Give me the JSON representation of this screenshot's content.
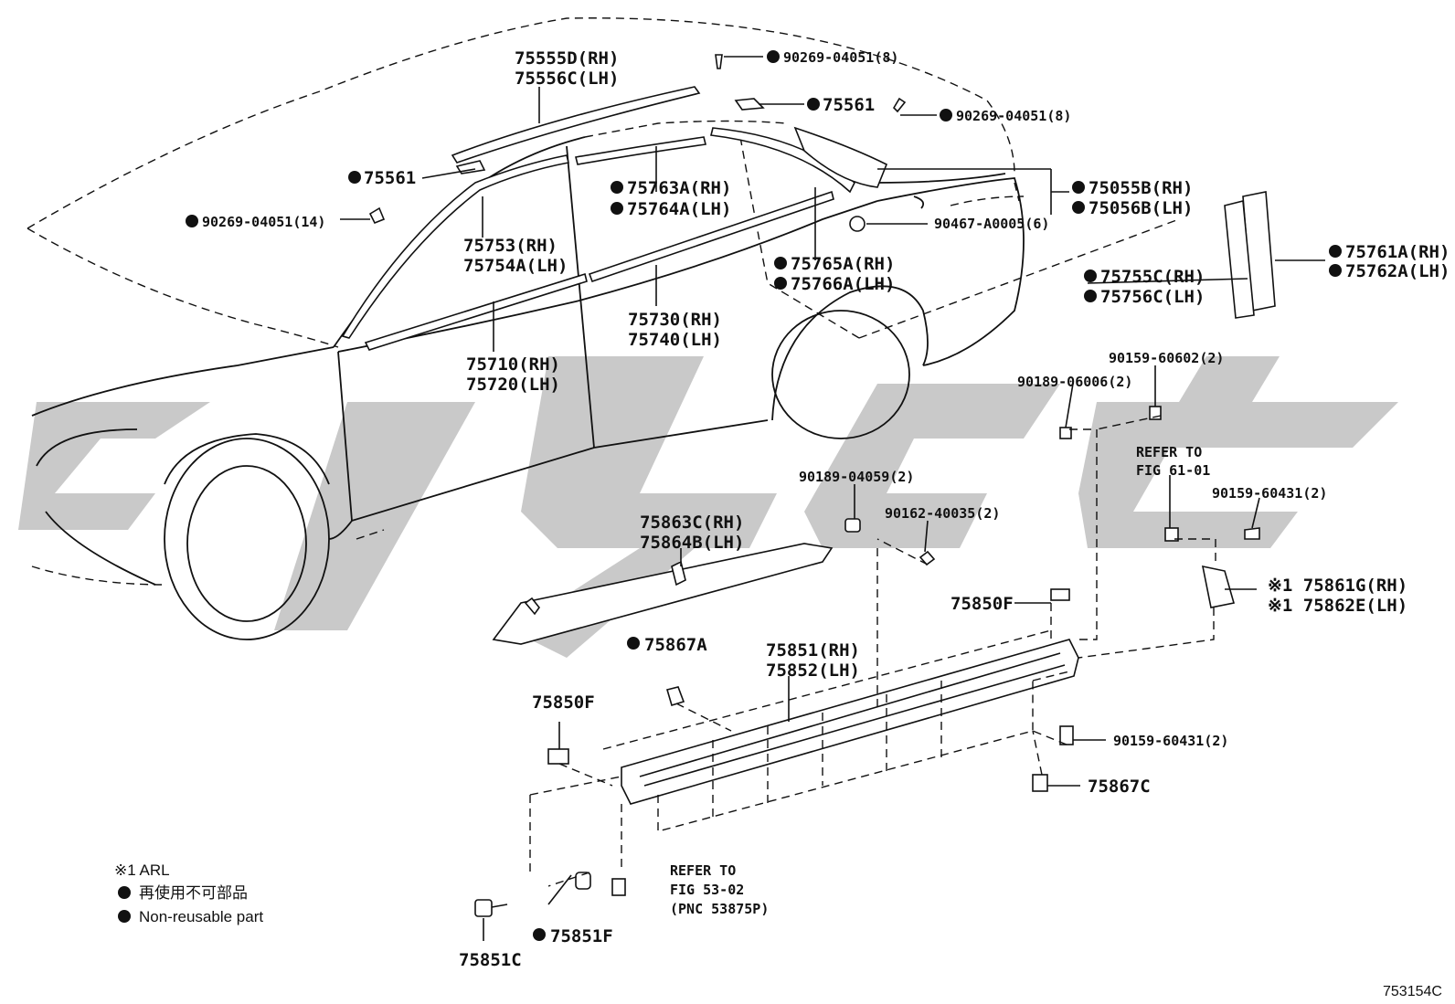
{
  "diagram": {
    "part_labels": {
      "p75555D": "75555D(RH)",
      "p75556C": "75556C(LH)",
      "p90269_8a": "90269-04051(8)",
      "p75561_top": "75561",
      "p90269_8b": "90269-04051(8)",
      "p75561_left": "75561",
      "p75055B": "75055B(RH)",
      "p75056B": "75056B(LH)",
      "p90269_14": "90269-04051(14)",
      "p75763A": "75763A(RH)",
      "p75764A": "75764A(LH)",
      "p90467": "90467-A0005(6)",
      "p75753": "75753(RH)",
      "p75754A": "75754A(LH)",
      "p75765A": "75765A(RH)",
      "p75766A": "75766A(LH)",
      "p75761A": "75761A(RH)",
      "p75762A": "75762A(LH)",
      "p75755C": "75755C(RH)",
      "p75756C": "75756C(LH)",
      "p75730": "75730(RH)",
      "p75740": "75740(LH)",
      "p75710": "75710(RH)",
      "p75720": "75720(LH)",
      "p90159_602": "90159-60602(2)",
      "p90189_006": "90189-06006(2)",
      "refer_61_a": "REFER TO",
      "refer_61_b": "FIG 61-01",
      "p90189_059": "90189-04059(2)",
      "p90159_431a": "90159-60431(2)",
      "p90162": "90162-40035(2)",
      "p75863C": "75863C(RH)",
      "p75864B": "75864B(LH)",
      "p75861G": "※1 75861G(RH)",
      "p75862E": "※1 75862E(LH)",
      "p75850F_r": "75850F",
      "p75867A": "75867A",
      "p75851": "75851(RH)",
      "p75852": "75852(LH)",
      "p75850F_l": "75850F",
      "p90159_431b": "90159-60431(2)",
      "p75867C": "75867C",
      "refer_53_a": "REFER TO",
      "refer_53_b": "FIG 53-02",
      "refer_53_c": "(PNC 53875P)",
      "p75851F": "75851F",
      "p75851C": "75851C"
    },
    "legend": {
      "arl": "※1 ARL",
      "non_reusable_jp": "再使用不可部品",
      "non_reusable_en": "Non-reusable part"
    },
    "figure_code": "753154C"
  }
}
